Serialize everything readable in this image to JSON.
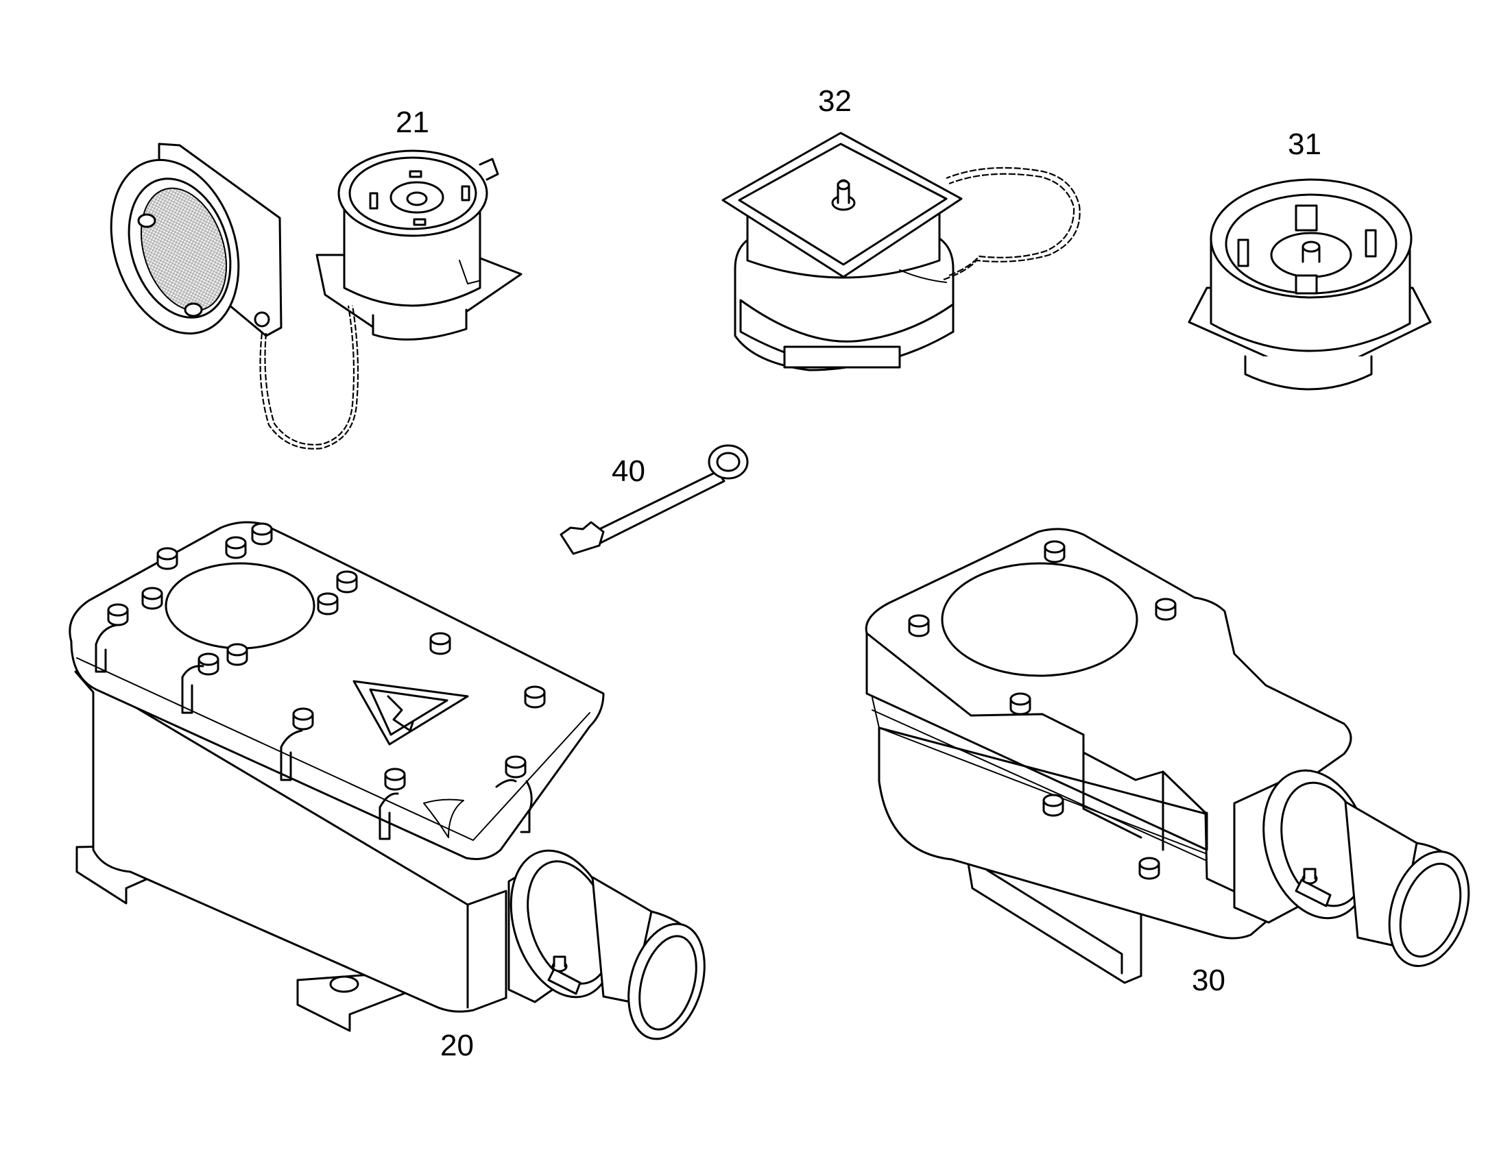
{
  "figure": {
    "background": "#ffffff",
    "line_color": "#000000",
    "callouts": {
      "p20": "20",
      "p21": "21",
      "p30": "30",
      "p31": "31",
      "p32": "32",
      "p40": "40"
    }
  }
}
